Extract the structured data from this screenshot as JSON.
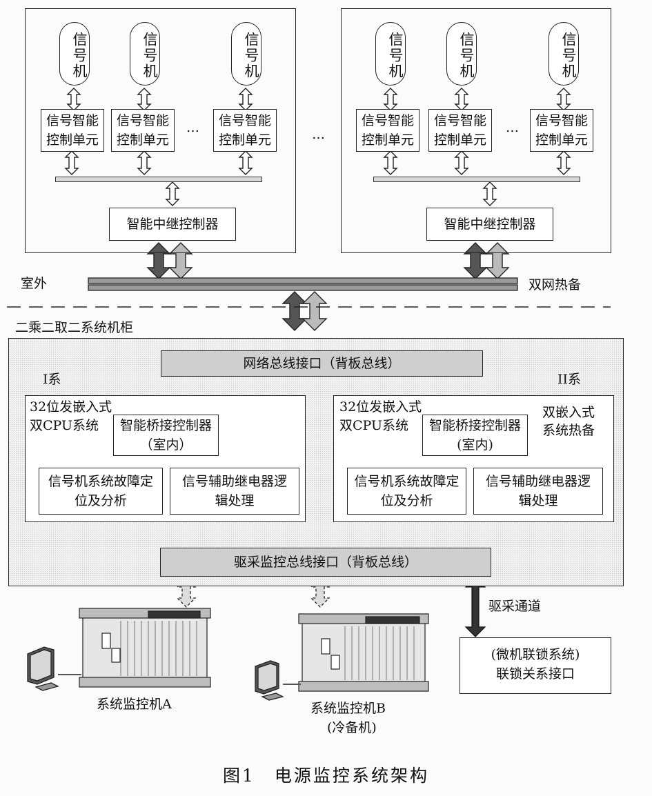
{
  "outdoor": {
    "signal_label": "信号机",
    "unit_label": "信号智能控制单元",
    "relay_label": "智能中继控制器",
    "ellipsis": "…",
    "outdoor_label": "室外",
    "dual_net_label": "双网热备"
  },
  "cabinet": {
    "title": "二乘二取二系统机柜",
    "network_bus": "网络总线接口（背板总线）",
    "drive_bus": "驱采监控总线接口（背板总线）",
    "system1_label": "I系",
    "system2_label": "II系",
    "embedded_label": "32位发嵌入式",
    "dual_cpu_label": "双CPU系统",
    "hot_standby_label": "双嵌入式系统热备",
    "bridge1": "智能桥接控制器（室内）",
    "bridge2": "智能桥接控制器(室内)",
    "fault_label": "信号机系统故障定位及分析",
    "relay_logic_label": "信号辅助继电器逻辑处理"
  },
  "bottom": {
    "drive_channel": "驱采通道",
    "interlock_line1": "(微机联锁系统)",
    "interlock_line2": "联锁关系接口",
    "monitor_a": "系统监控机A",
    "monitor_b": "系统监控机B",
    "monitor_b_note": "(冷备机)"
  },
  "caption": "图1　电源监控系统架构"
}
